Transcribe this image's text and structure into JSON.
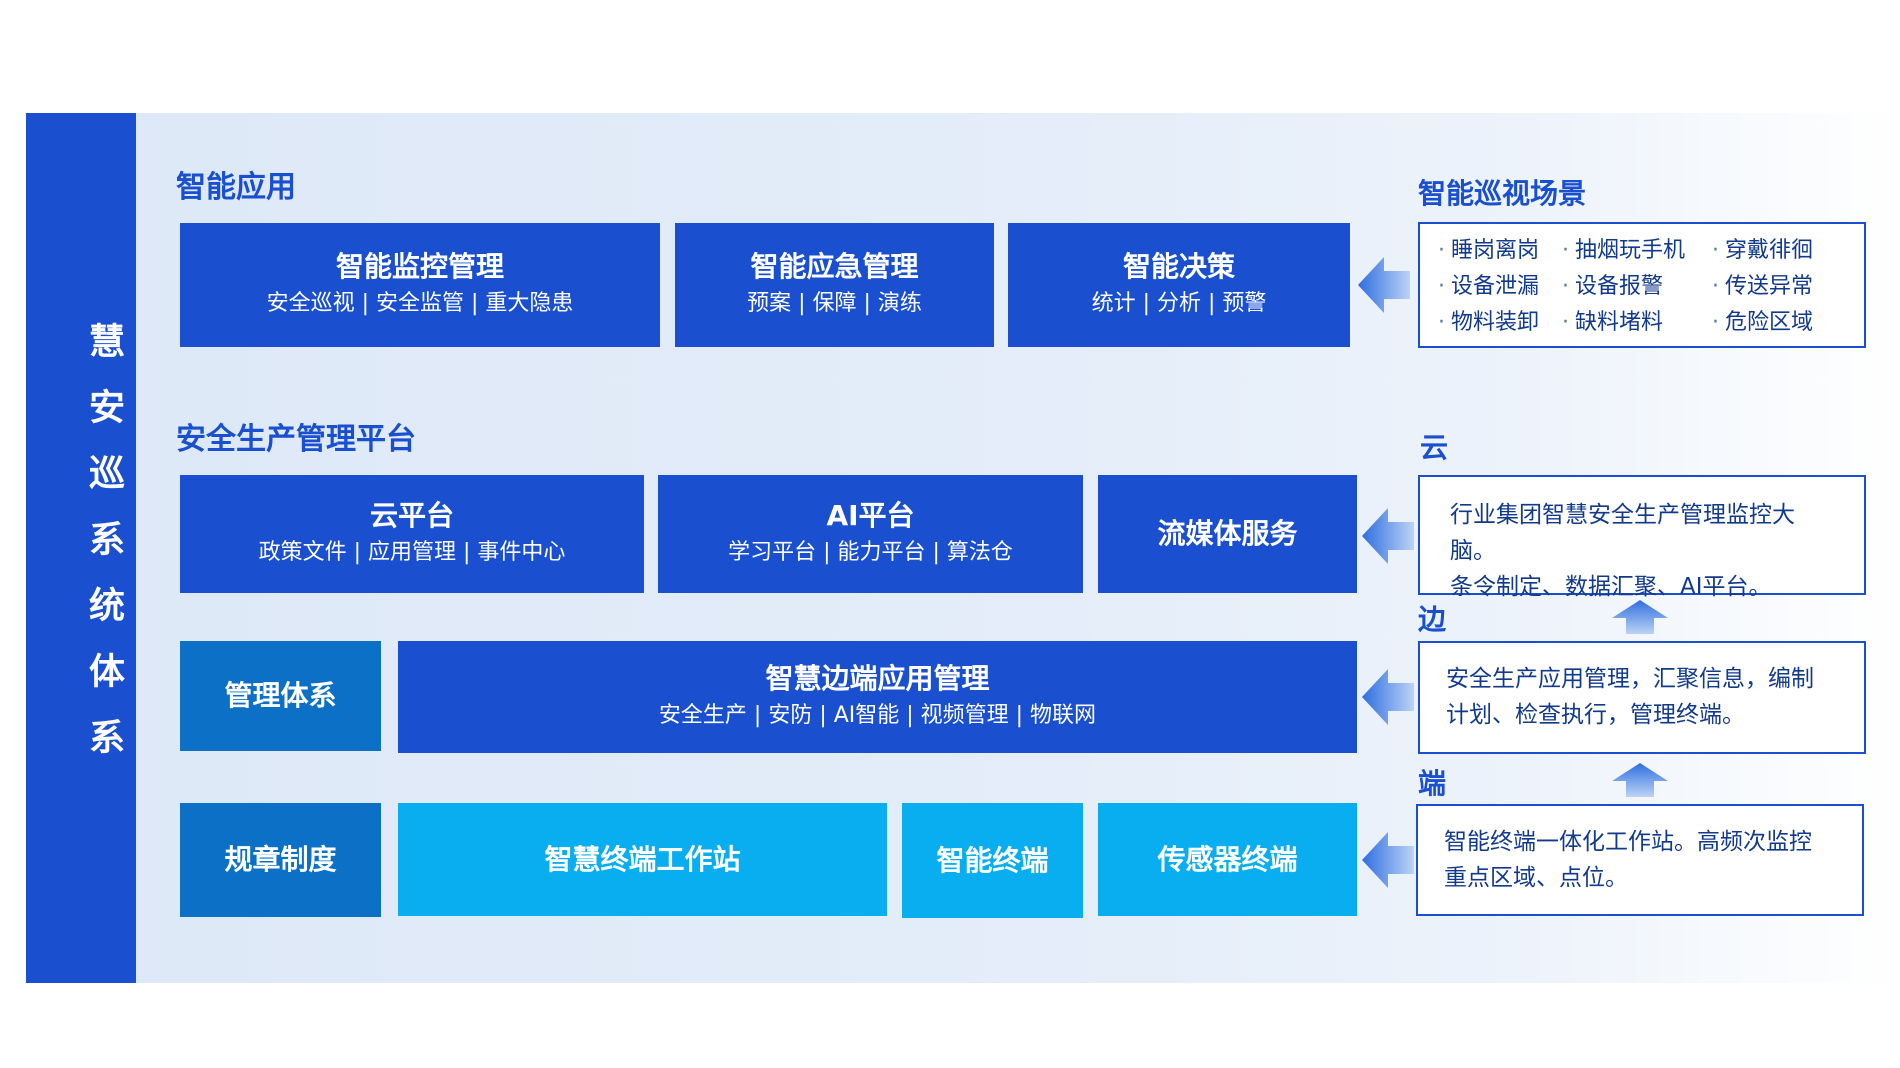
{
  "diagram": {
    "system_title": "慧安巡系统体系",
    "sections": {
      "smart_apps": "智能应用",
      "platform": "安全生产管理平台",
      "scenes": "智能巡视场景"
    },
    "smart_apps": [
      {
        "title": "智能监控管理",
        "subtitle": "安全巡视 | 安全监管 | 重大隐患"
      },
      {
        "title": "智能应急管理",
        "subtitle": "预案 | 保障 | 演练"
      },
      {
        "title": "智能决策",
        "subtitle": "统计 | 分析 | 预警"
      }
    ],
    "scenes": [
      "睡岗离岗",
      "抽烟玩手机",
      "穿戴徘徊",
      "设备泄漏",
      "设备报警",
      "传送异常",
      "物料装卸",
      "缺料堵料",
      "危险区域"
    ],
    "cloud_row": [
      {
        "title": "云平台",
        "subtitle": "政策文件 | 应用管理 | 事件中心"
      },
      {
        "title": "AI平台",
        "subtitle": "学习平台 | 能力平台 | 算法仓"
      },
      {
        "title": "流媒体服务",
        "subtitle": ""
      }
    ],
    "edge_row": [
      {
        "title": "管理体系",
        "subtitle": ""
      },
      {
        "title": "智慧边端应用管理",
        "subtitle": "安全生产 | 安防 | AI智能 | 视频管理 | 物联网"
      }
    ],
    "end_row": [
      {
        "title": "规章制度"
      },
      {
        "title": "智慧终端工作站"
      },
      {
        "title": "智能终端"
      },
      {
        "title": "传感器终端"
      }
    ],
    "layers": [
      {
        "label": "云",
        "text_lines": [
          "行业集团智慧安全生产管理监控大脑。",
          "条令制定、数据汇聚、AI平台。"
        ]
      },
      {
        "label": "边",
        "text_lines": [
          "安全生产应用管理，汇聚信息，编制",
          "计划、检查执行，管理终端。"
        ]
      },
      {
        "label": "端",
        "text_lines": [
          "智能终端一体化工作站。高频次监控",
          "重点区域、点位。"
        ]
      }
    ],
    "colors": {
      "primary": "#1a4fd0",
      "teal": "#0b70c6",
      "cyan": "#08aef0",
      "panel": "#e0eaf8",
      "arrow": "#5b93e8"
    }
  }
}
